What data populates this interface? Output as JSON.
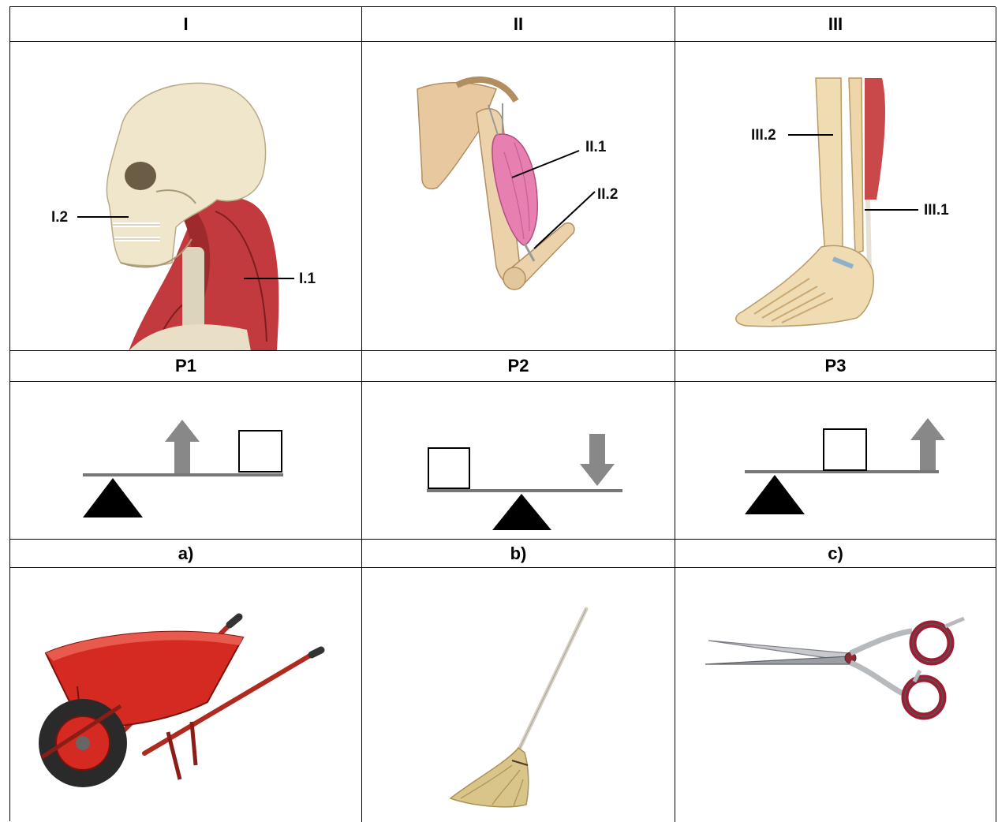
{
  "table": {
    "row_headers": [
      [
        "I",
        "II",
        "III"
      ],
      [
        "P1",
        "P2",
        "P3"
      ],
      [
        "a)",
        "b)",
        "c)"
      ]
    ]
  },
  "anatomy": {
    "skull_labels": [
      "I.2",
      "I.1"
    ],
    "arm_labels": [
      "II.1",
      "II.2"
    ],
    "leg_labels": [
      "III.2",
      "III.1"
    ]
  },
  "colors": {
    "muscle": "#c23a3d",
    "bone": "#efe6cc",
    "biceps": "#e87fb1",
    "arrow": "#888888",
    "wheelbarrow": "#d42a22",
    "broom": "#d9c48a",
    "scissor_ring": "#9c1e34"
  },
  "levers": {
    "P1": {
      "fulcrum": "left",
      "load": "right",
      "effort": "up"
    },
    "P2": {
      "fulcrum": "middle",
      "load": "left",
      "effort": "down"
    },
    "P3": {
      "fulcrum": "left",
      "load": "middle",
      "effort": "up"
    }
  }
}
